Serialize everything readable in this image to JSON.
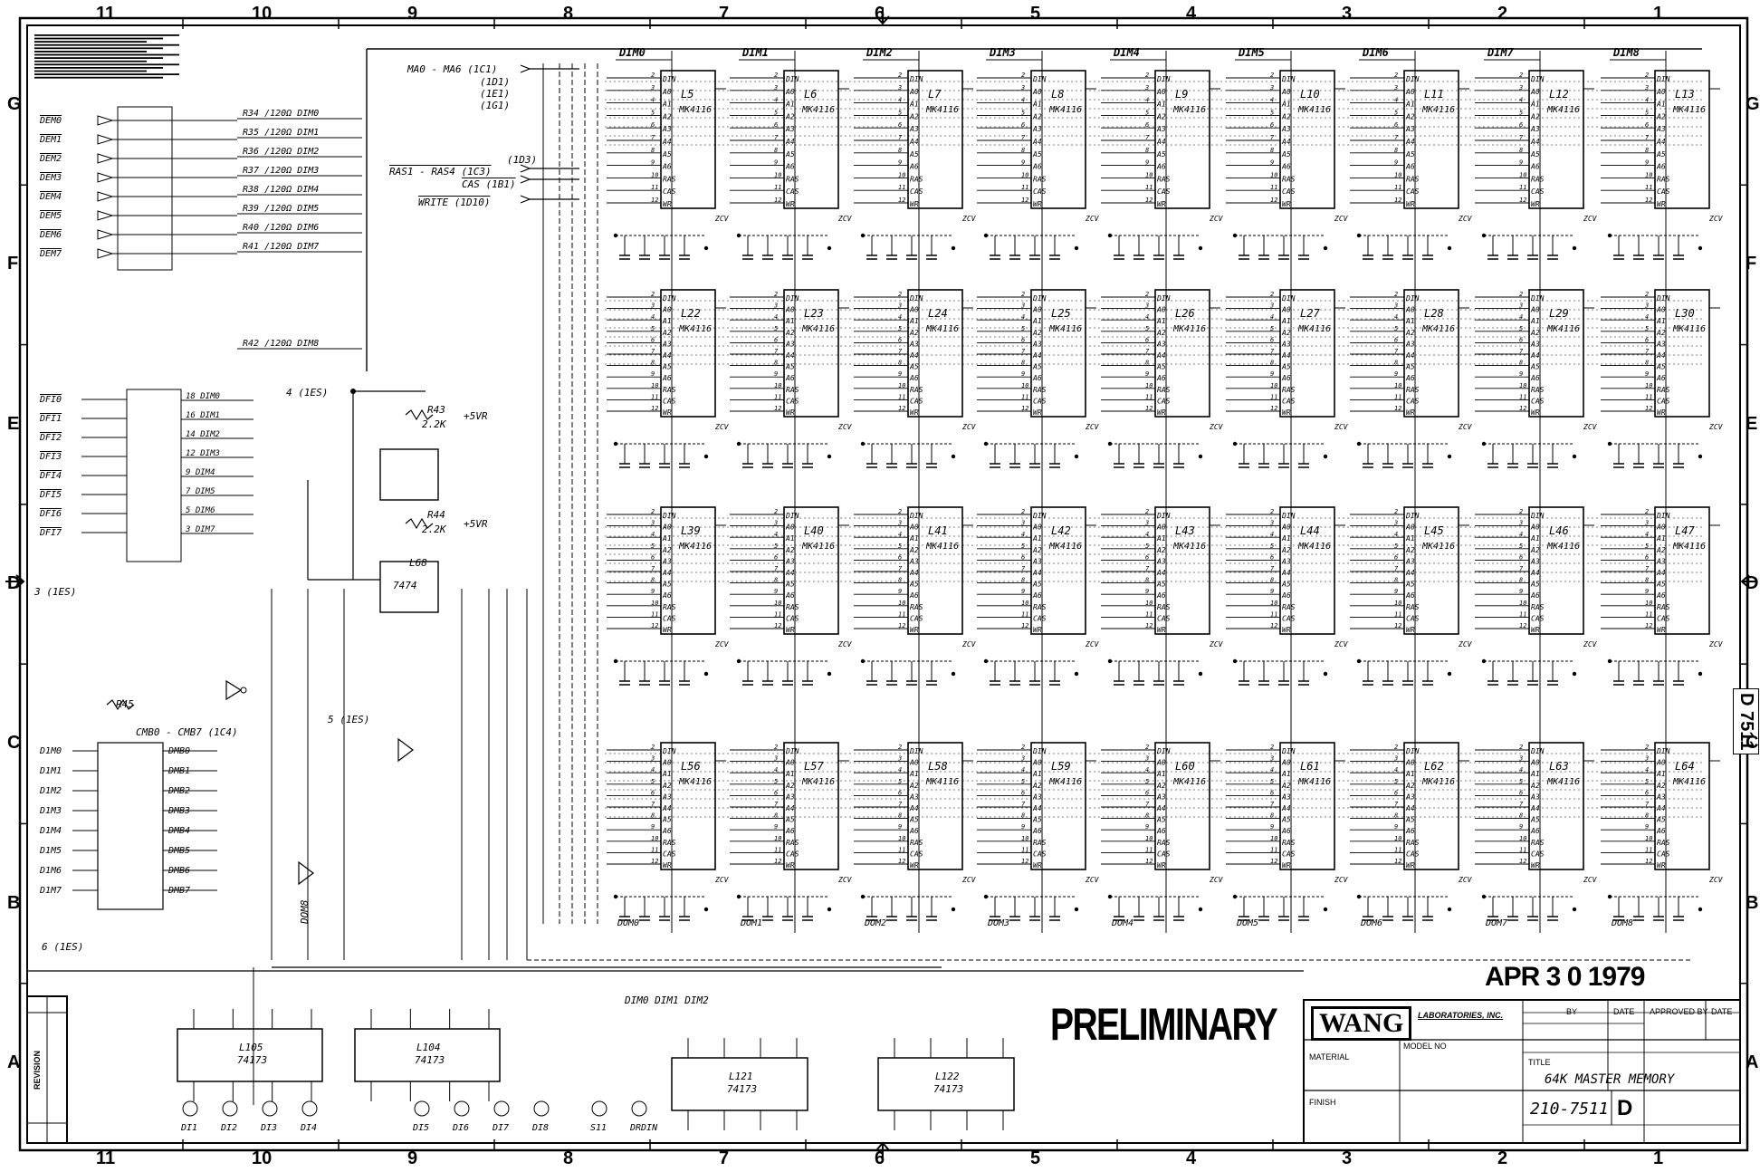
{
  "border": {
    "columns": [
      "11",
      "10",
      "9",
      "8",
      "7",
      "6",
      "5",
      "4",
      "3",
      "2",
      "1"
    ],
    "rows": [
      "G",
      "F",
      "E",
      "D",
      "C",
      "B",
      "A"
    ]
  },
  "stamps": {
    "date": "APR 3 0 1979",
    "preliminary": "PRELIMINARY"
  },
  "side_tag": "D 7511",
  "title_block": {
    "company": "WANG",
    "company_sub": "LABORATORIES, INC.",
    "title": "64K MASTER MEMORY",
    "drawing_no": "210-7511",
    "size": "D",
    "material_label": "MATERIAL",
    "finish_label": "FINISH",
    "model_label": "MODEL NO",
    "title_label": "TITLE",
    "by_label": "BY",
    "date_label": "DATE",
    "approved_label": "APPROVED BY",
    "date2_label": "DATE"
  },
  "revision_block": {
    "label": "REVISION"
  },
  "chips": {
    "row_g": [
      "L5",
      "L6",
      "L7",
      "L8",
      "L9",
      "L10",
      "L11",
      "L12",
      "L13"
    ],
    "row_f": [
      "L22",
      "L23",
      "L24",
      "L25",
      "L26",
      "L27",
      "L28",
      "L29",
      "L30"
    ],
    "row_d": [
      "L39",
      "L40",
      "L41",
      "L42",
      "L43",
      "L44",
      "L45",
      "L46",
      "L47"
    ],
    "row_c": [
      "L56",
      "L57",
      "L58",
      "L59",
      "L60",
      "L61",
      "L62",
      "L63",
      "L64"
    ],
    "part": "MK4116",
    "column_headers": [
      "DIM0",
      "DIM1",
      "DIM2",
      "DIM3",
      "DIM4",
      "DIM5",
      "DIM6",
      "DIM7",
      "DIM8"
    ]
  },
  "bottom_chips": [
    {
      "ref": "L105",
      "part": "74173"
    },
    {
      "ref": "L104",
      "part": "74173"
    },
    {
      "ref": "L121",
      "part": "74173"
    },
    {
      "ref": "L122",
      "part": "74173"
    }
  ],
  "signals": {
    "address_in": "MA0 - MA6 (1C1)",
    "address_a": "(1D1)",
    "address_b": "(1E1)",
    "address_c": "(1G1)",
    "ras": "RAS1 - RAS4 (1C3)",
    "ras_b": "(1D3)",
    "cas": "CAS (1B1)",
    "write": "WRITE (1D10)",
    "ies1": "4 (1ES)",
    "ies2": "3 (1ES)",
    "ies3": "5 (1ES)",
    "ies4": "6 (1ES)",
    "supply": "+5VR",
    "gnd": "ZCV",
    "r43": "R43",
    "r43v": "2.2K",
    "r44": "R44",
    "r44v": "2.2K",
    "l68": "L68",
    "l68p": "7474",
    "dom": "DOM8",
    "cmb": "CMB0 - CMB7 (1C4)",
    "r45": "R45",
    "dimo_bus": "DIM0 DIM1 DIM2"
  },
  "left_resistors": [
    "R34 /120Ω DIM0",
    "R35 /120Ω DIM1",
    "R36 /120Ω DIM2",
    "R37 /120Ω DIM3",
    "R38 /120Ω DIM4",
    "R39 /120Ω DIM5",
    "R40 /120Ω DIM6",
    "R41 /120Ω DIM7",
    "R42 /120Ω DIM8"
  ],
  "left_inputs_g": [
    "DEM0",
    "DEM1",
    "DEM2",
    "DEM3",
    "DEM4",
    "DEM5",
    "DEM6",
    "DEM7"
  ],
  "left_inputs_e": [
    "DFI0",
    "DFI1",
    "DFI2",
    "DFI3",
    "DFI4",
    "DFI5",
    "DFI6",
    "DFI7"
  ],
  "left_outputs_c": [
    "DMB0",
    "DMB1",
    "DMB2",
    "DMB3",
    "DMB4",
    "DMB5",
    "DMB6",
    "DMB7"
  ],
  "bottom_labels": [
    "DI1",
    "DI2",
    "DI3",
    "DI4",
    "DI5",
    "DI6",
    "DI7",
    "DI8",
    "S11",
    "DRDIN"
  ],
  "dom_labels": [
    "DOM0",
    "DOM1",
    "DOM2",
    "DOM3",
    "DOM4",
    "DOM5",
    "DOM6",
    "DOM7",
    "DOM8"
  ]
}
